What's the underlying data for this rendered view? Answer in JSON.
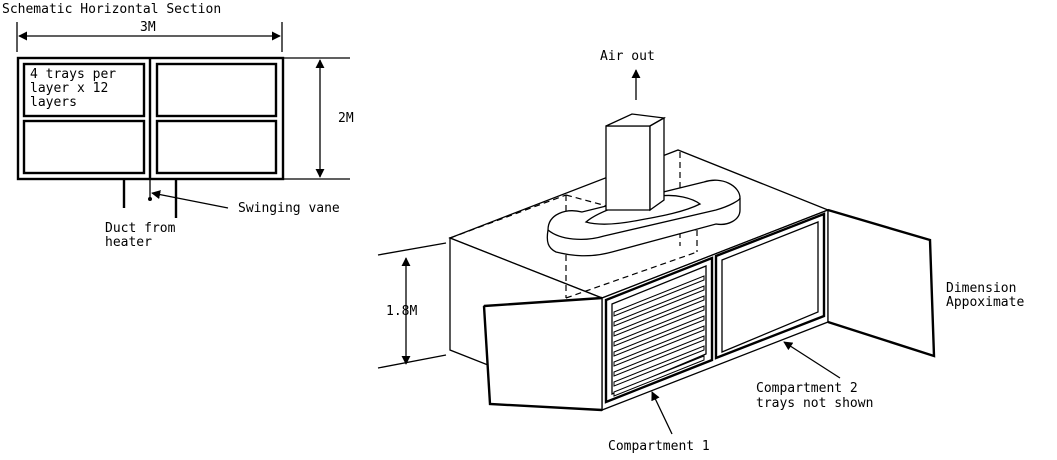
{
  "labels": {
    "section_title": "Schematic Horizontal Section",
    "width_dim": "3M",
    "depth_dim": "2M",
    "trays_note_1": "4 trays per",
    "trays_note_2": "layer x 12",
    "trays_note_3": "layers",
    "vane": "Swinging vane",
    "duct_1": "Duct from",
    "duct_2": "heater",
    "air_out": "Air out",
    "height_dim": "1.8M",
    "dim_note_1": "Dimension",
    "dim_note_2": "Appoximate",
    "comp2_1": "Compartment 2",
    "comp2_2": "trays not shown",
    "comp1": "Compartment 1"
  }
}
